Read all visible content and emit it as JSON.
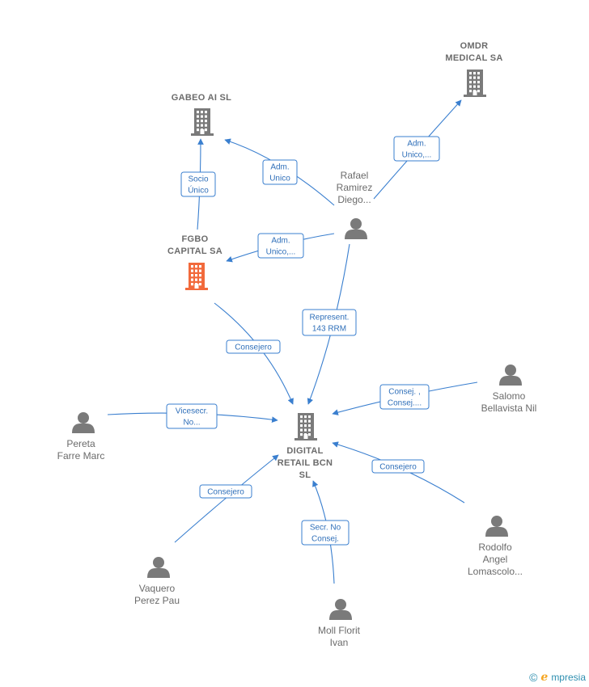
{
  "colors": {
    "edge": "#3a7fcf",
    "node": "#7a7a7a",
    "highlight": "#f26a3c",
    "label": "#6b6b6b"
  },
  "nodes": [
    {
      "id": "gabeo",
      "type": "company",
      "icon": "building-icon",
      "lines": [
        "GABEO AI  SL"
      ]
    },
    {
      "id": "omdr",
      "type": "company",
      "icon": "building-icon",
      "lines": [
        "OMDR",
        "MEDICAL SA"
      ]
    },
    {
      "id": "fgbo",
      "type": "company",
      "icon": "building-icon",
      "highlight": true,
      "lines": [
        "FGBO",
        "CAPITAL SA"
      ]
    },
    {
      "id": "digital",
      "type": "company",
      "icon": "building-icon",
      "lines": [
        "DIGITAL",
        "RETAIL BCN",
        "SL"
      ]
    },
    {
      "id": "rafael",
      "type": "person",
      "icon": "person-icon",
      "lines": [
        "Rafael",
        "Ramirez",
        "Diego..."
      ]
    },
    {
      "id": "salomo",
      "type": "person",
      "icon": "person-icon",
      "lines": [
        "Salomo",
        "Bellavista Nil"
      ]
    },
    {
      "id": "pereta",
      "type": "person",
      "icon": "person-icon",
      "lines": [
        "Pereta",
        "Farre Marc"
      ]
    },
    {
      "id": "rodolfo",
      "type": "person",
      "icon": "person-icon",
      "lines": [
        "Rodolfo",
        "Angel",
        "Lomascolo..."
      ]
    },
    {
      "id": "vaquero",
      "type": "person",
      "icon": "person-icon",
      "lines": [
        "Vaquero",
        "Perez Pau"
      ]
    },
    {
      "id": "moll",
      "type": "person",
      "icon": "person-icon",
      "lines": [
        "Moll Florit",
        "Ivan"
      ]
    }
  ],
  "edges": [
    {
      "id": "e-fgbo-gabeo",
      "lines": [
        "Socio",
        "Único"
      ]
    },
    {
      "id": "e-rafael-gabeo",
      "lines": [
        "Adm.",
        "Unico"
      ]
    },
    {
      "id": "e-rafael-omdr",
      "lines": [
        "Adm.",
        "Unico,..."
      ]
    },
    {
      "id": "e-rafael-fgbo",
      "lines": [
        "Adm.",
        "Unico,..."
      ]
    },
    {
      "id": "e-rafael-digital",
      "lines": [
        "Represent.",
        "143 RRM"
      ]
    },
    {
      "id": "e-fgbo-digital",
      "lines": [
        "Consejero"
      ]
    },
    {
      "id": "e-salomo-digital",
      "lines": [
        "Consej. ,",
        "Consej...."
      ]
    },
    {
      "id": "e-pereta-digital",
      "lines": [
        "Vicesecr.",
        "No..."
      ]
    },
    {
      "id": "e-rodolfo-digital",
      "lines": [
        "Consejero"
      ]
    },
    {
      "id": "e-vaquero-digital",
      "lines": [
        "Consejero"
      ]
    },
    {
      "id": "e-moll-digital",
      "lines": [
        "Secr.  No",
        "Consej."
      ]
    }
  ],
  "brand": {
    "copyright": "©",
    "initial": "e",
    "name": "mpresia"
  }
}
